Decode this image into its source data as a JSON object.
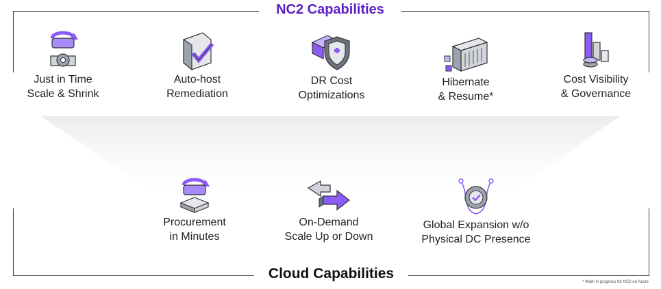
{
  "nc2_title": "NC2 Capabilities",
  "cloud_title": "Cloud Capabilities",
  "colors": {
    "accent": "#5b1ec4",
    "icon_purple": "#8b5cf6",
    "icon_gray": "#9ca3af",
    "frame": "#3a3a3a"
  },
  "nc2_capabilities": [
    {
      "icon": "scale-gear-icon",
      "line1": "Just in Time",
      "line2": "Scale & Shrink"
    },
    {
      "icon": "checkbox-icon",
      "line1": "Auto-host",
      "line2": "Remediation"
    },
    {
      "icon": "shield-icon",
      "line1": "DR Cost",
      "line2": "Optimizations"
    },
    {
      "icon": "server-rack-icon",
      "line1": "Hibernate",
      "line2": "& Resume*"
    },
    {
      "icon": "coin-chart-icon",
      "line1": "Cost Visibility",
      "line2": "& Governance"
    }
  ],
  "cloud_capabilities": [
    {
      "icon": "refresh-box-icon",
      "line1": "Procurement",
      "line2": "in Minutes"
    },
    {
      "icon": "arrow-icon",
      "line1": "On-Demand",
      "line2": "Scale Up or Down"
    },
    {
      "icon": "globe-network-icon",
      "line1": "Global Expansion w/o",
      "line2": "Physical DC Presence"
    }
  ],
  "footnote": "* Work in progress for NC2 on Azure"
}
